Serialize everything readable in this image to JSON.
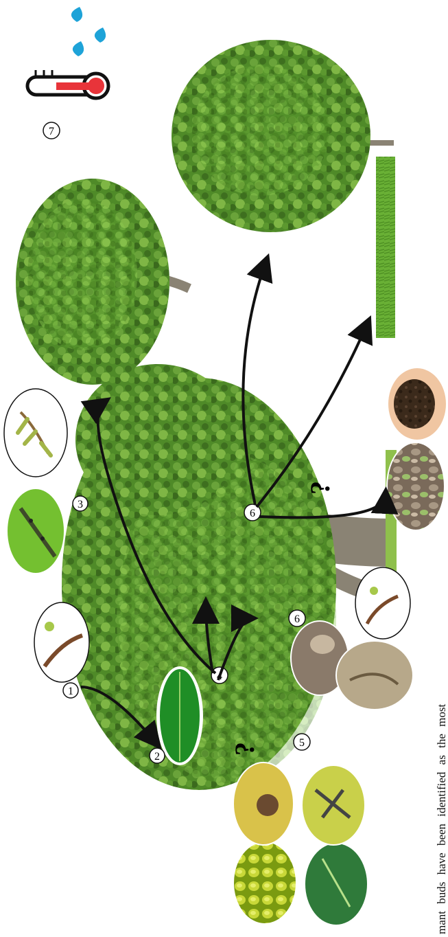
{
  "caption_fragment": "mant buds have been identified as the most",
  "markers": [
    "1",
    "2",
    "3",
    "3",
    "4",
    "5",
    "6",
    "7",
    "?",
    "?"
  ],
  "colors": {
    "foliage_dark": "#3f6e21",
    "foliage_mid": "#5f9a2e",
    "foliage_light": "#8fc04c",
    "trunk": "#8a8374",
    "grass": "#6fb63a",
    "arrow": "#111111",
    "thermometer_red": "#e8343a",
    "water_drop": "#1ea3d8",
    "soil": "#3a2a1a"
  },
  "icons": [
    "thermometer-icon",
    "water-drop-icon",
    "leaf-icon",
    "bud-icon",
    "catkin-icon",
    "soil-icon",
    "grass-icon"
  ]
}
